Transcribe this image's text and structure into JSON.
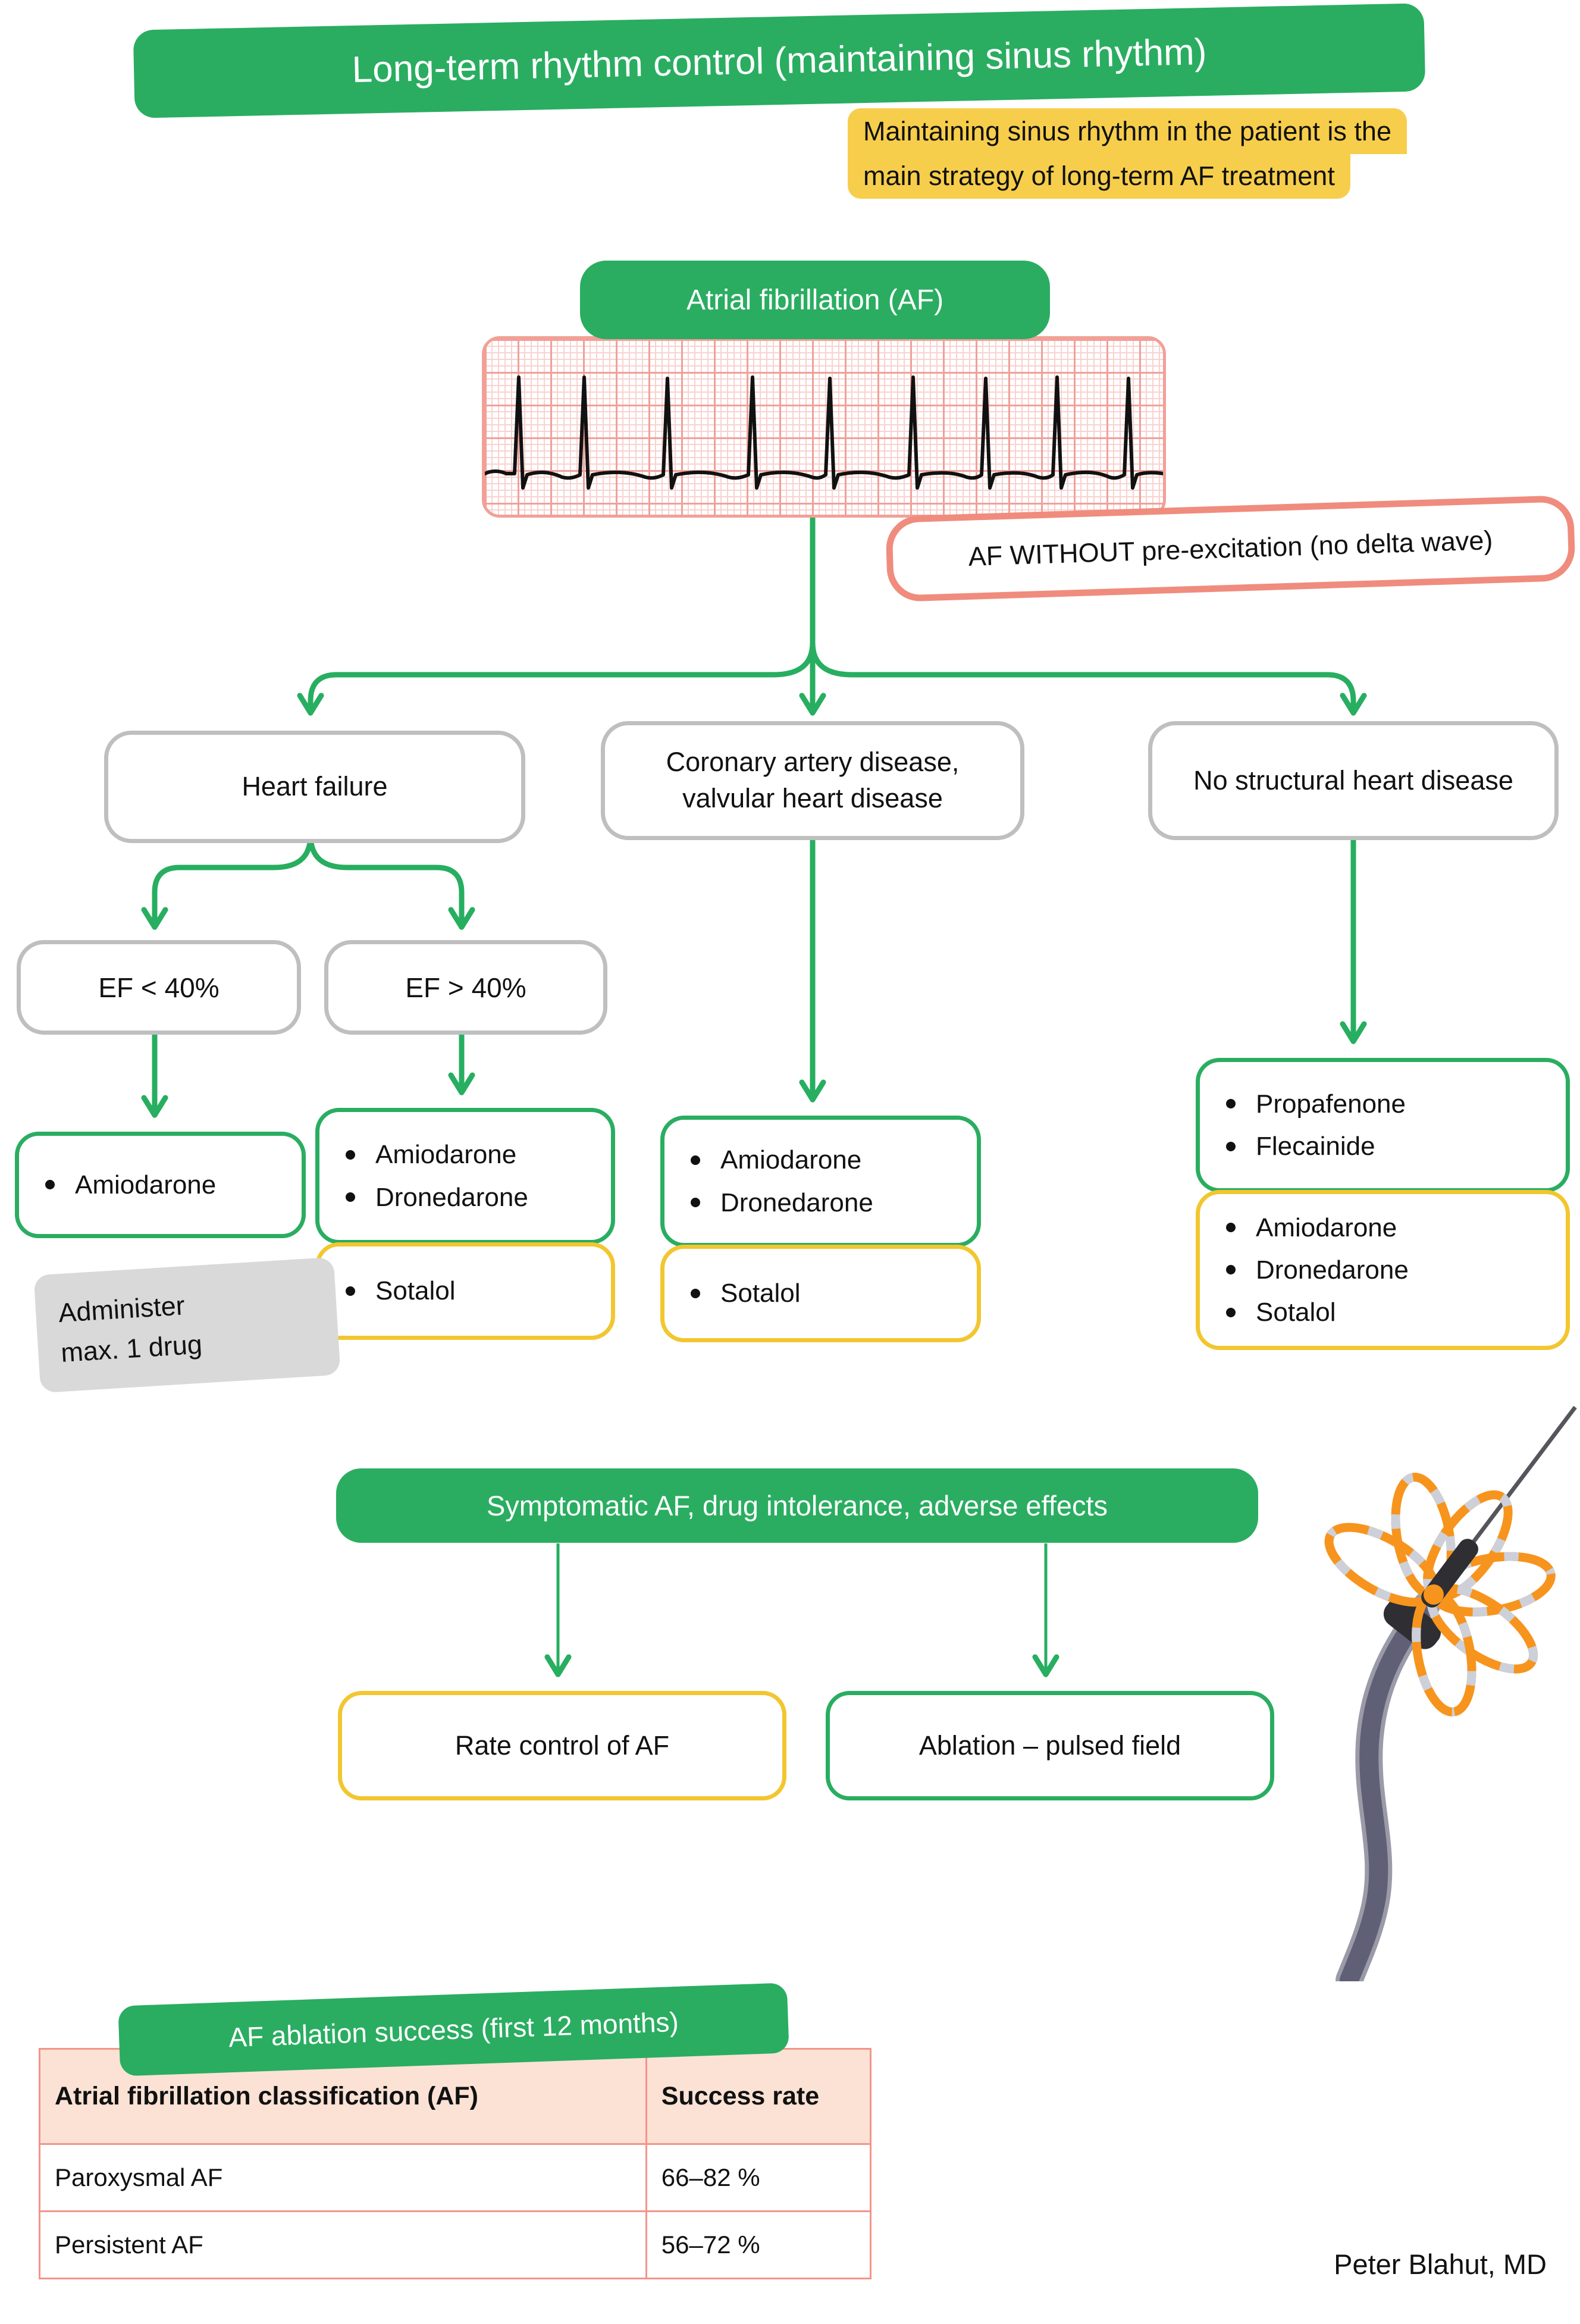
{
  "title": "Long-term rhythm control (maintaining sinus rhythm)",
  "subtitle_note": {
    "line1": "Maintaining sinus rhythm in the patient is the",
    "line2": "main strategy of long-term AF treatment"
  },
  "root_node": "Atrial fibrillation (AF)",
  "ecg_callout": "AF WITHOUT pre-excitation (no delta wave)",
  "branches": {
    "heart_failure": "Heart failure",
    "cad": "Coronary artery disease, valvular heart disease",
    "no_structural": "No structural heart disease"
  },
  "ef": {
    "lt40": "EF < 40%",
    "gt40": "EF > 40%"
  },
  "drugs": {
    "hf_lt40_green": [
      "Amiodarone"
    ],
    "hf_gt40_green": [
      "Amiodarone",
      "Dronedarone"
    ],
    "hf_gt40_yellow": [
      "Sotalol"
    ],
    "cad_green": [
      "Amiodarone",
      "Dronedarone"
    ],
    "cad_yellow": [
      "Sotalol"
    ],
    "nshd_green": [
      "Propafenone",
      "Flecainide"
    ],
    "nshd_yellow": [
      "Amiodarone",
      "Dronedarone",
      "Sotalol"
    ]
  },
  "admin_note": {
    "line1": "Administer",
    "line2": "max. 1 drug"
  },
  "escalation_bar": "Symptomatic AF, drug intolerance, adverse effects",
  "outcomes": {
    "rate_control": "Rate control of AF",
    "ablation": "Ablation – pulsed field"
  },
  "success_table": {
    "title": "AF ablation success (first 12 months)",
    "headers": [
      "Atrial fibrillation classification (AF)",
      "Success rate"
    ],
    "rows": [
      [
        "Paroxysmal AF",
        "66–82 %"
      ],
      [
        "Persistent AF",
        "56–72 %"
      ]
    ]
  },
  "footer": "Peter Blahut, MD",
  "colors": {
    "green": "#2aad61",
    "arrow_green": "#27ae60",
    "yellow_note": "#f7ce4b",
    "yellow_border": "#f2c62f",
    "grey_border": "#bfbfbf",
    "grey_note_bg": "#d9d9d9",
    "salmon_border": "#f08c7d",
    "table_border": "#f4948b",
    "table_header_bg": "#fbe2d5",
    "catheter_orange": "#f7941d"
  }
}
